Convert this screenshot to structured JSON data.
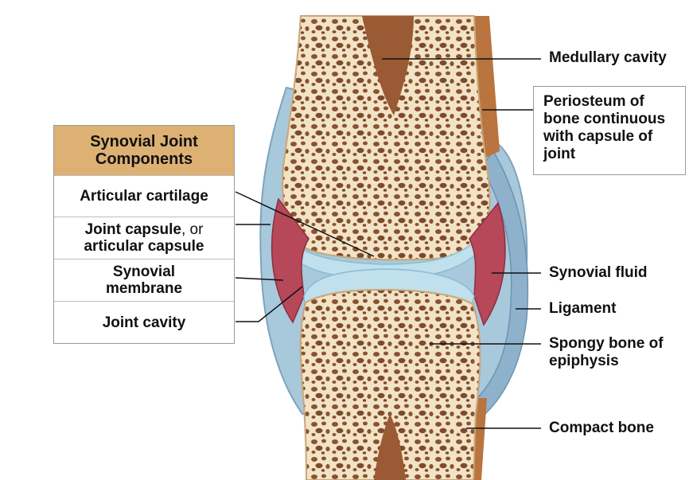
{
  "legend": {
    "title_line1": "Synovial Joint",
    "title_line2": "Components",
    "articular_cartilage": "Articular cartilage",
    "joint_capsule_bold": "Joint capsule",
    "joint_capsule_rest": ", or",
    "articular_capsule": "articular capsule",
    "synovial_line1": "Synovial",
    "synovial_line2": "membrane",
    "joint_cavity": "Joint cavity"
  },
  "labels": {
    "medullary_cavity": "Medullary cavity",
    "periosteum_line1": "Periosteum of",
    "periosteum_line2": "bone continuous",
    "periosteum_line3": "with capsule of",
    "periosteum_line4": "joint",
    "synovial_fluid": "Synovial fluid",
    "ligament": "Ligament",
    "spongy_line1": "Spongy bone of",
    "spongy_line2": "epiphysis",
    "compact_bone": "Compact bone"
  },
  "colors": {
    "bone_cream": "#f2e3c6",
    "marrow_brown": "#9a5a33",
    "cartilage_blue": "#bfe0ec",
    "capsule_blue": "#a8c8dc",
    "synovial_red": "#b6485a",
    "legend_header": "#dcb173"
  }
}
